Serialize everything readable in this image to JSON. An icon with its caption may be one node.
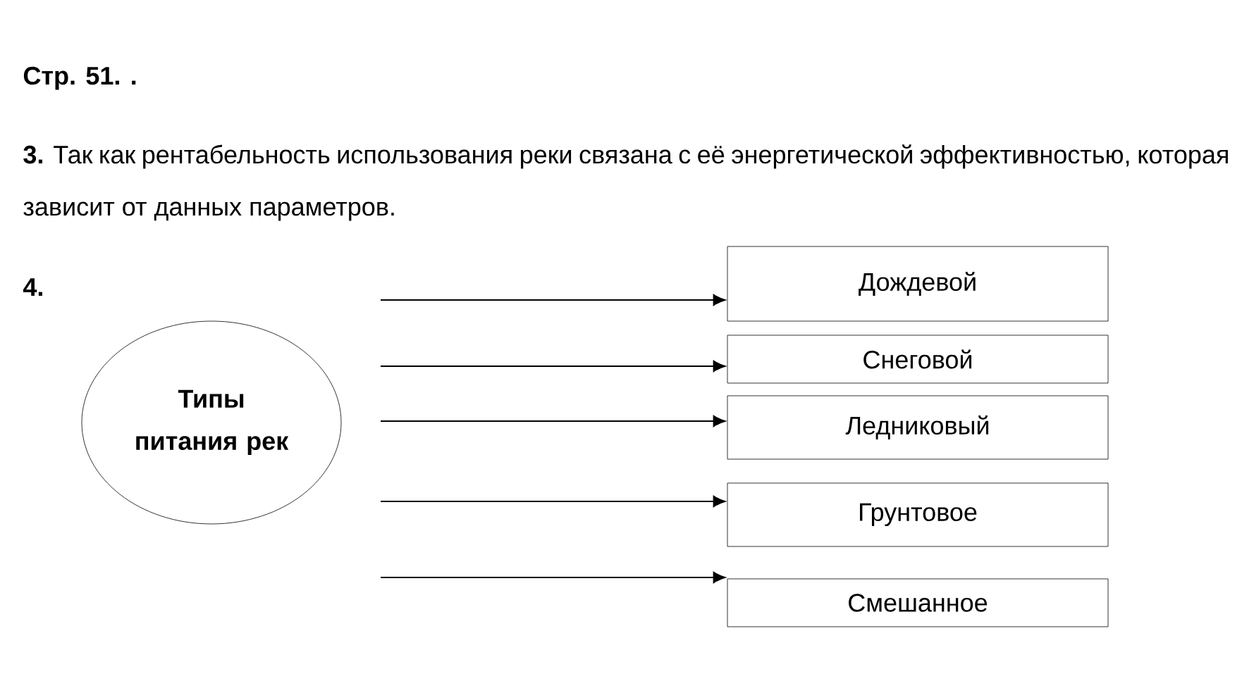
{
  "diagram": {
    "nodes": [
      {
        "text": [
          "Типы питания рек"
        ]
      },
      {
        "text": [
          "Дождевой"
        ]
      },
      {
        "text": [
          "Снеговой"
        ]
      },
      {
        "text": [
          "Ледниковый"
        ]
      },
      {
        "text": [
          "Грунтовое"
        ]
      },
      {
        "text": [
          "Смешанное"
        ]
      }
    ],
    "edges": [
      {
        "from": null,
        "to": 1,
        "arrow": "to"
      },
      {
        "from": null,
        "to": 2,
        "arrow": "to"
      },
      {
        "from": null,
        "to": 3,
        "arrow": "to"
      },
      {
        "from": null,
        "to": 4,
        "arrow": "to"
      },
      {
        "from": null,
        "to": 5,
        "arrow": "to"
      }
    ],
    "labels": [
      "Стр. 51. .",
      "**3.** Так как рентабельность использования реки связана с её энергетической эффективностью, которая зависит от данных параметров.",
      "4."
    ]
  }
}
